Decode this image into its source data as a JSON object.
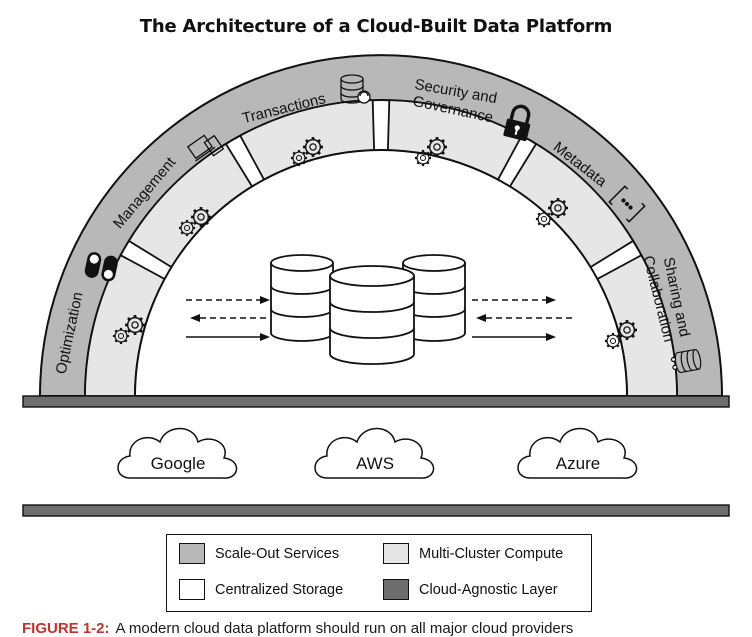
{
  "title": "The Architecture of a Cloud-Built Data Platform",
  "colors": {
    "scale_out": "#b8b8b8",
    "multi_cluster": "#e6e6e6",
    "storage": "#ffffff",
    "cloud_agnostic": "#6e6e6e",
    "outline": "#111111",
    "caption_label": "#c0342d"
  },
  "services_ring": {
    "labels": {
      "optimization": "Optimization",
      "management": "Management",
      "transactions": "Transactions",
      "security_line1": "Security and",
      "security_line2": "Governance",
      "metadata": "Metadata",
      "sharing_line1": "Sharing and",
      "sharing_line2": "Collaboration"
    },
    "icons": [
      "toggle-icon",
      "devices-icon",
      "database-refresh-icon",
      "lock-icon",
      "brackets-icon",
      "data-share-icon"
    ]
  },
  "clouds": {
    "google": "Google",
    "aws": "AWS",
    "azure": "Azure"
  },
  "legend": {
    "scale_out": "Scale-Out Services",
    "multi_cluster": "Multi-Cluster Compute",
    "storage": "Centralized Storage",
    "cloud_agnostic": "Cloud-Agnostic Layer"
  },
  "caption": {
    "label": "FIGURE 1-2:",
    "text": "A modern cloud data platform should run on all major cloud providers"
  }
}
